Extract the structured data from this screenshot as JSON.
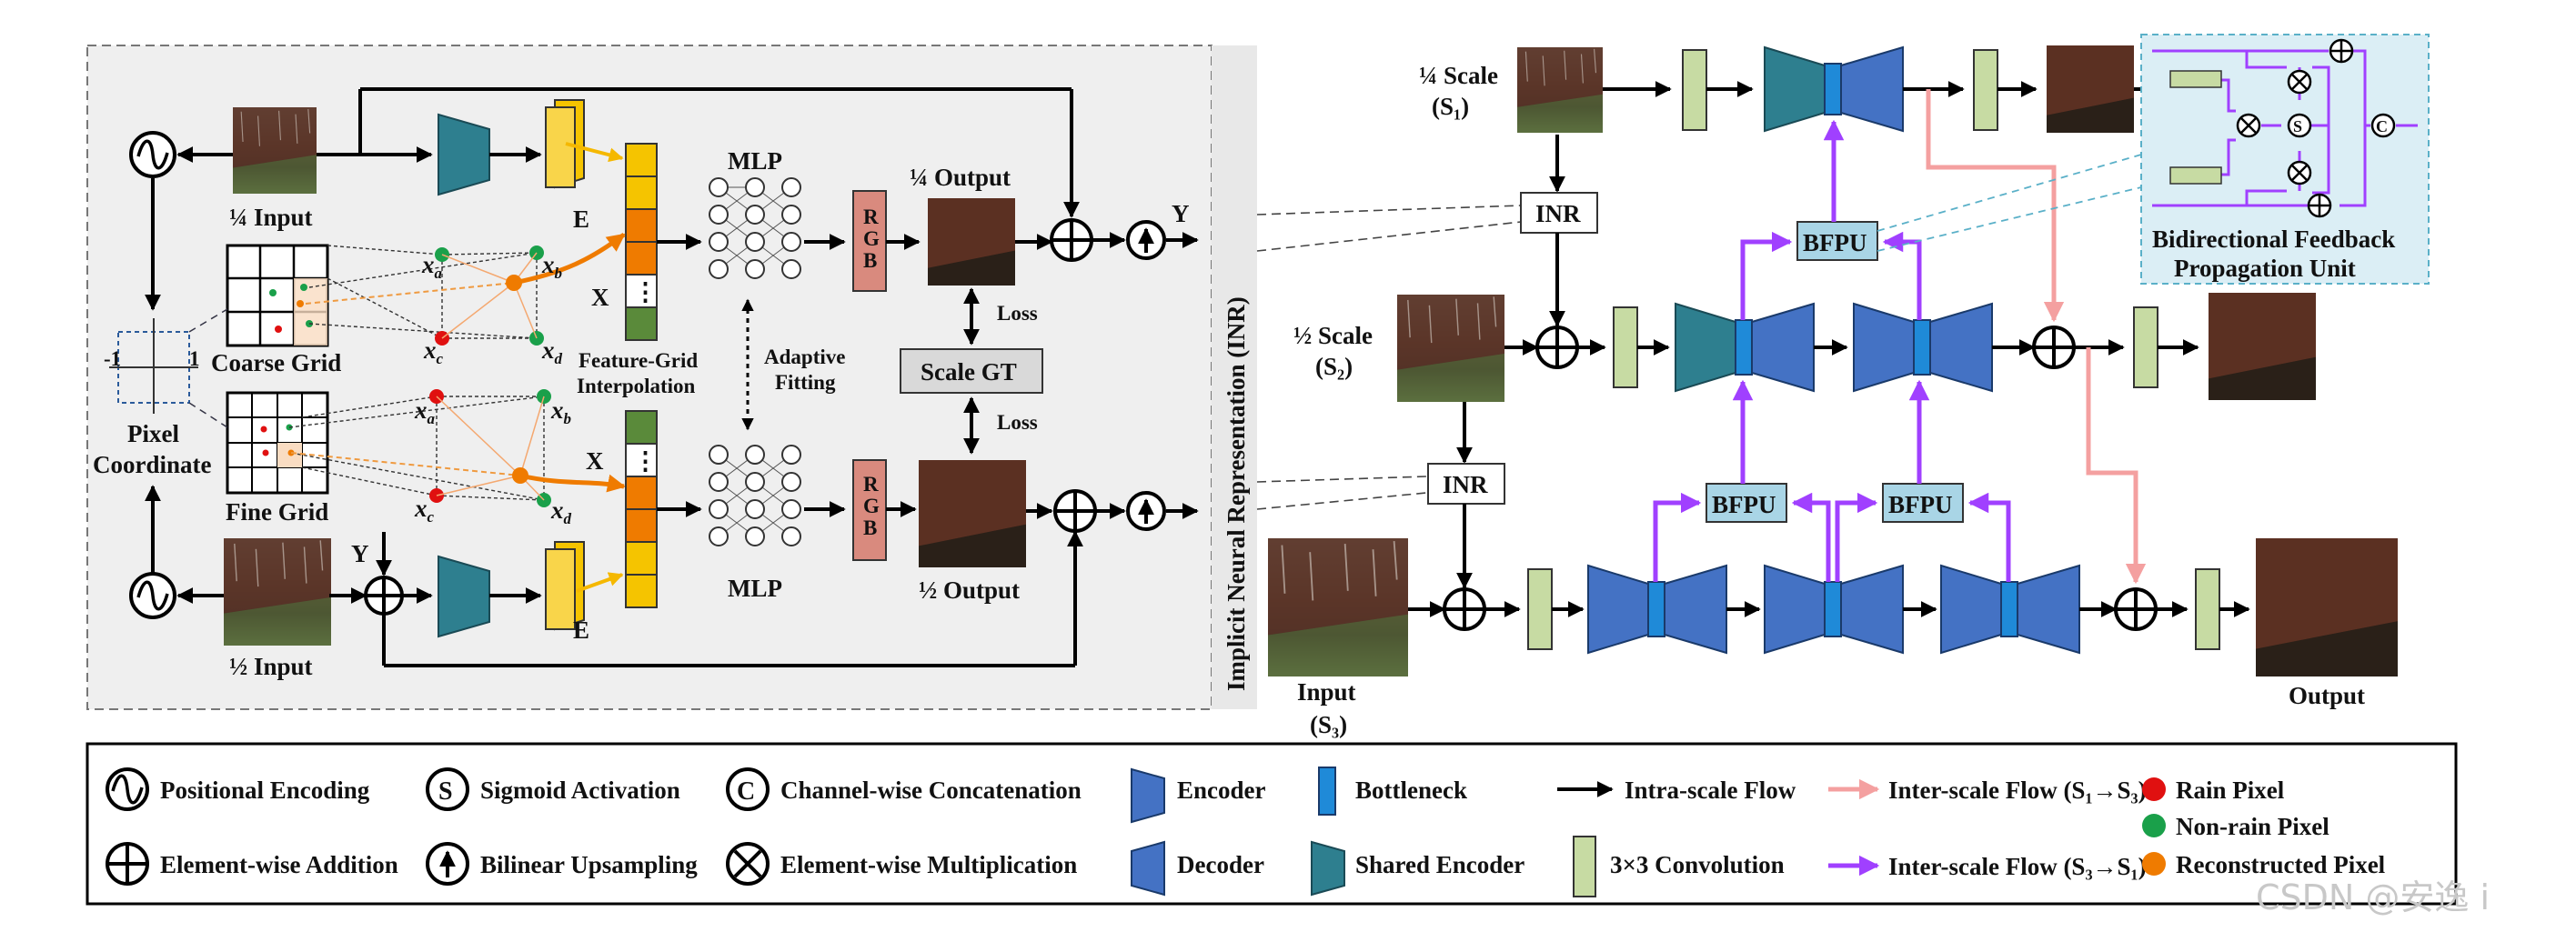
{
  "inr_title": "Implicit Neural Representation (INR)",
  "left": {
    "quarter_input": "¼ Input",
    "half_input": "½ Input",
    "pixel_coordinate": [
      "Pixel",
      "Coordinate"
    ],
    "coarse_grid": "Coarse Grid",
    "fine_grid": "Fine Grid",
    "encoder_letter": "E",
    "feature_grid_interp": [
      "Feature-Grid",
      "Interpolation"
    ],
    "mlp": "MLP",
    "rgb": [
      "R",
      "G",
      "B"
    ],
    "quarter_output": "¼ Output",
    "half_output": "½ Output",
    "scale_gt": "Scale GT",
    "loss": "Loss",
    "adaptive_fitting": [
      "Adaptive",
      "Fitting"
    ],
    "x": "X",
    "y": "Y",
    "vertical_dots": "⋮",
    "xa": "x",
    "xb": "x",
    "xc": "x",
    "xd": "x",
    "sub_a": "a",
    "sub_b": "b",
    "sub_c": "c",
    "sub_d": "d",
    "axis_neg1": "-1",
    "axis_pos1": "1"
  },
  "right": {
    "quarter_scale": [
      "¼ Scale",
      "(S₁)"
    ],
    "half_scale": [
      "½ Scale",
      "(S₂)"
    ],
    "input_s3": [
      "Input",
      "(S₃)"
    ],
    "output": "Output",
    "inr": "INR",
    "bfpu": "BFPU",
    "bfpu_full": [
      "Bidirectional Feedback",
      "Propagation Unit"
    ]
  },
  "legend": {
    "positional_encoding": "Positional Encoding",
    "element_wise_addition": "Element-wise Addition",
    "sigmoid_activation": "Sigmoid Activation",
    "bilinear_upsampling": "Bilinear Upsampling",
    "channel_concat": "Channel-wise Concatenation",
    "element_wise_mult": "Element-wise Multiplication",
    "encoder": "Encoder",
    "decoder": "Decoder",
    "bottleneck": "Bottleneck",
    "shared_encoder": "Shared Encoder",
    "intra_scale_flow": "Intra-scale Flow",
    "conv3x3": "3×3 Convolution",
    "inter_scale_flow_s1s3": "Inter-scale Flow (S₁→S₃)",
    "inter_scale_flow_s3s1": "Inter-scale Flow (S₃→S₁)",
    "rain_pixel": "Rain Pixel",
    "non_rain_pixel": "Non-rain Pixel",
    "reconstructed_pixel": "Reconstructed Pixel",
    "sym_s": "S",
    "sym_c": "C"
  },
  "watermark": "CSDN @安逸 i",
  "colors": {
    "encoder": "#4472c4",
    "shared_encoder": "#2e7f8f",
    "bottleneck": "#1f8ad8",
    "conv": "#c7dba3",
    "yellow_block": "#f5c400",
    "orange_block": "#ef7b00",
    "green_block": "#5a8a3a",
    "rgb_block": "#d98a7e",
    "inter_pink": "#f4a0a0",
    "inter_purple": "#a040ff",
    "bfpu_fill": "#a9d5e6",
    "left_panel_bg": "#efefef",
    "bfpu_panel_bg": "#dbeef5",
    "rain": "#e01010",
    "nonrain": "#1aa04a",
    "recon": "#ef7b00"
  }
}
